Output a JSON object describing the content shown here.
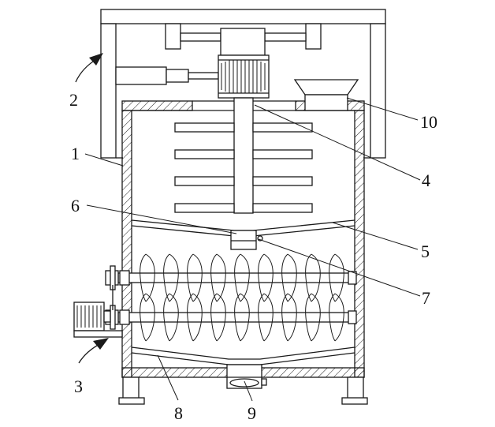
{
  "labels": {
    "frame": "1",
    "lift_mechanism": "2",
    "screw_drive": "3",
    "stirring_shaft": "4",
    "funnel_plate": "5",
    "outlet_pipe": "6",
    "valve": "7",
    "lower_funnel": "8",
    "discharge_valve": "9",
    "feed_hopper": "10"
  },
  "colors": {
    "line": "#1a1a1a",
    "background": "#ffffff"
  }
}
